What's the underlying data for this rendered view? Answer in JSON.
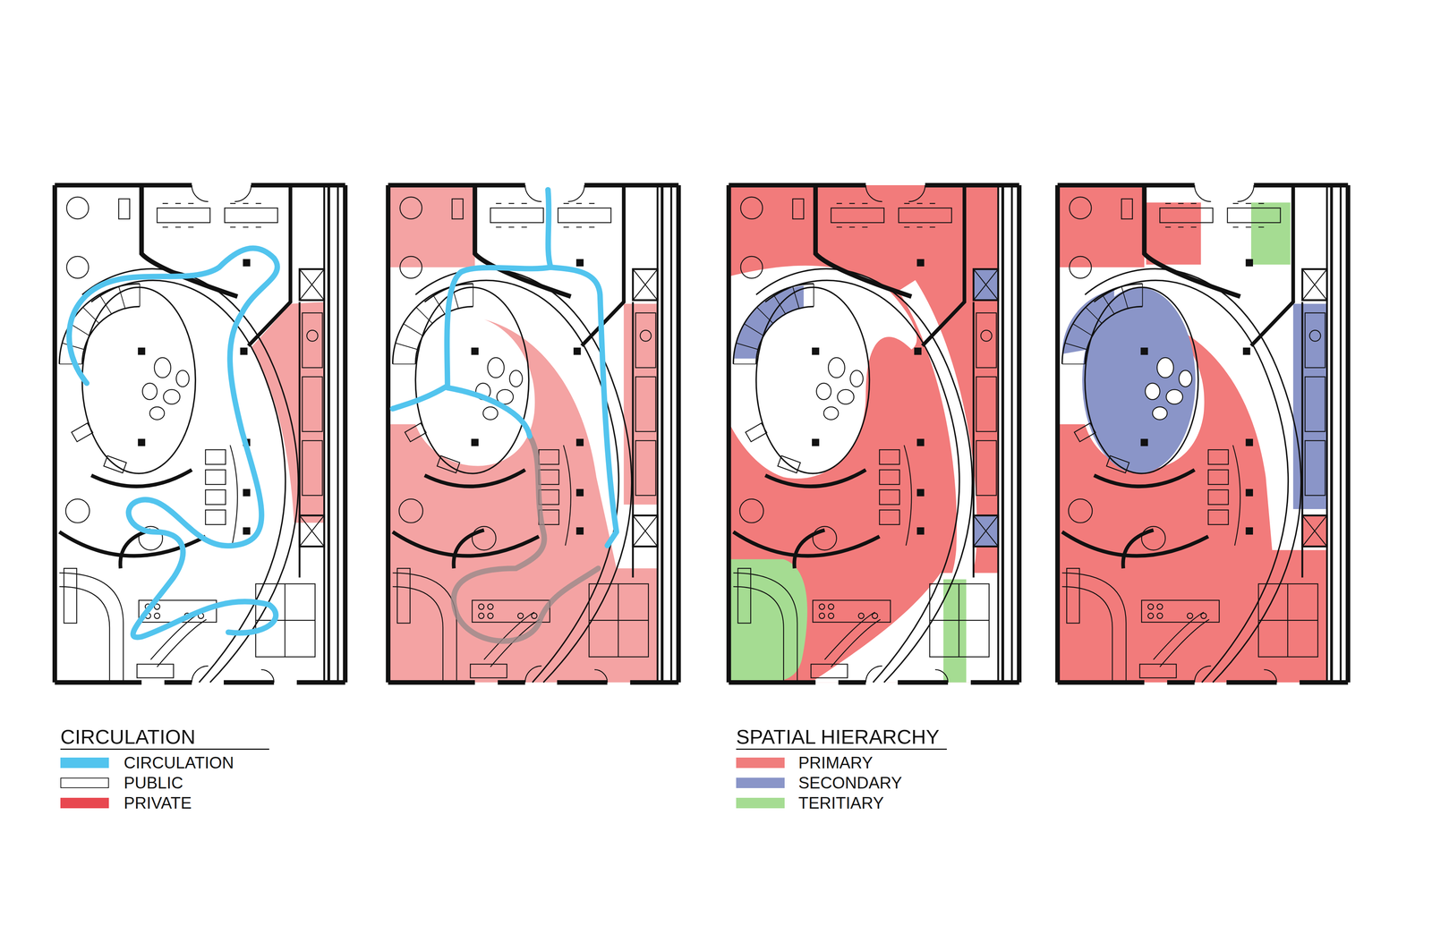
{
  "diagram": {
    "labels": [
      "CIRCULATION",
      "SPATIAL HIERARCHY"
    ],
    "legend": [
      {
        "text": "CIRCULATION",
        "color": "#52c4ee"
      },
      {
        "text": "PUBLIC"
      },
      {
        "text": "PRIVATE",
        "color": "#e8474f"
      },
      {
        "text": "PRIMARY",
        "color": "#f07d7d"
      },
      {
        "text": "SECONDARY",
        "color": "#8a95c8"
      },
      {
        "text": "TERITIARY",
        "color": "#a5dc92"
      }
    ]
  }
}
